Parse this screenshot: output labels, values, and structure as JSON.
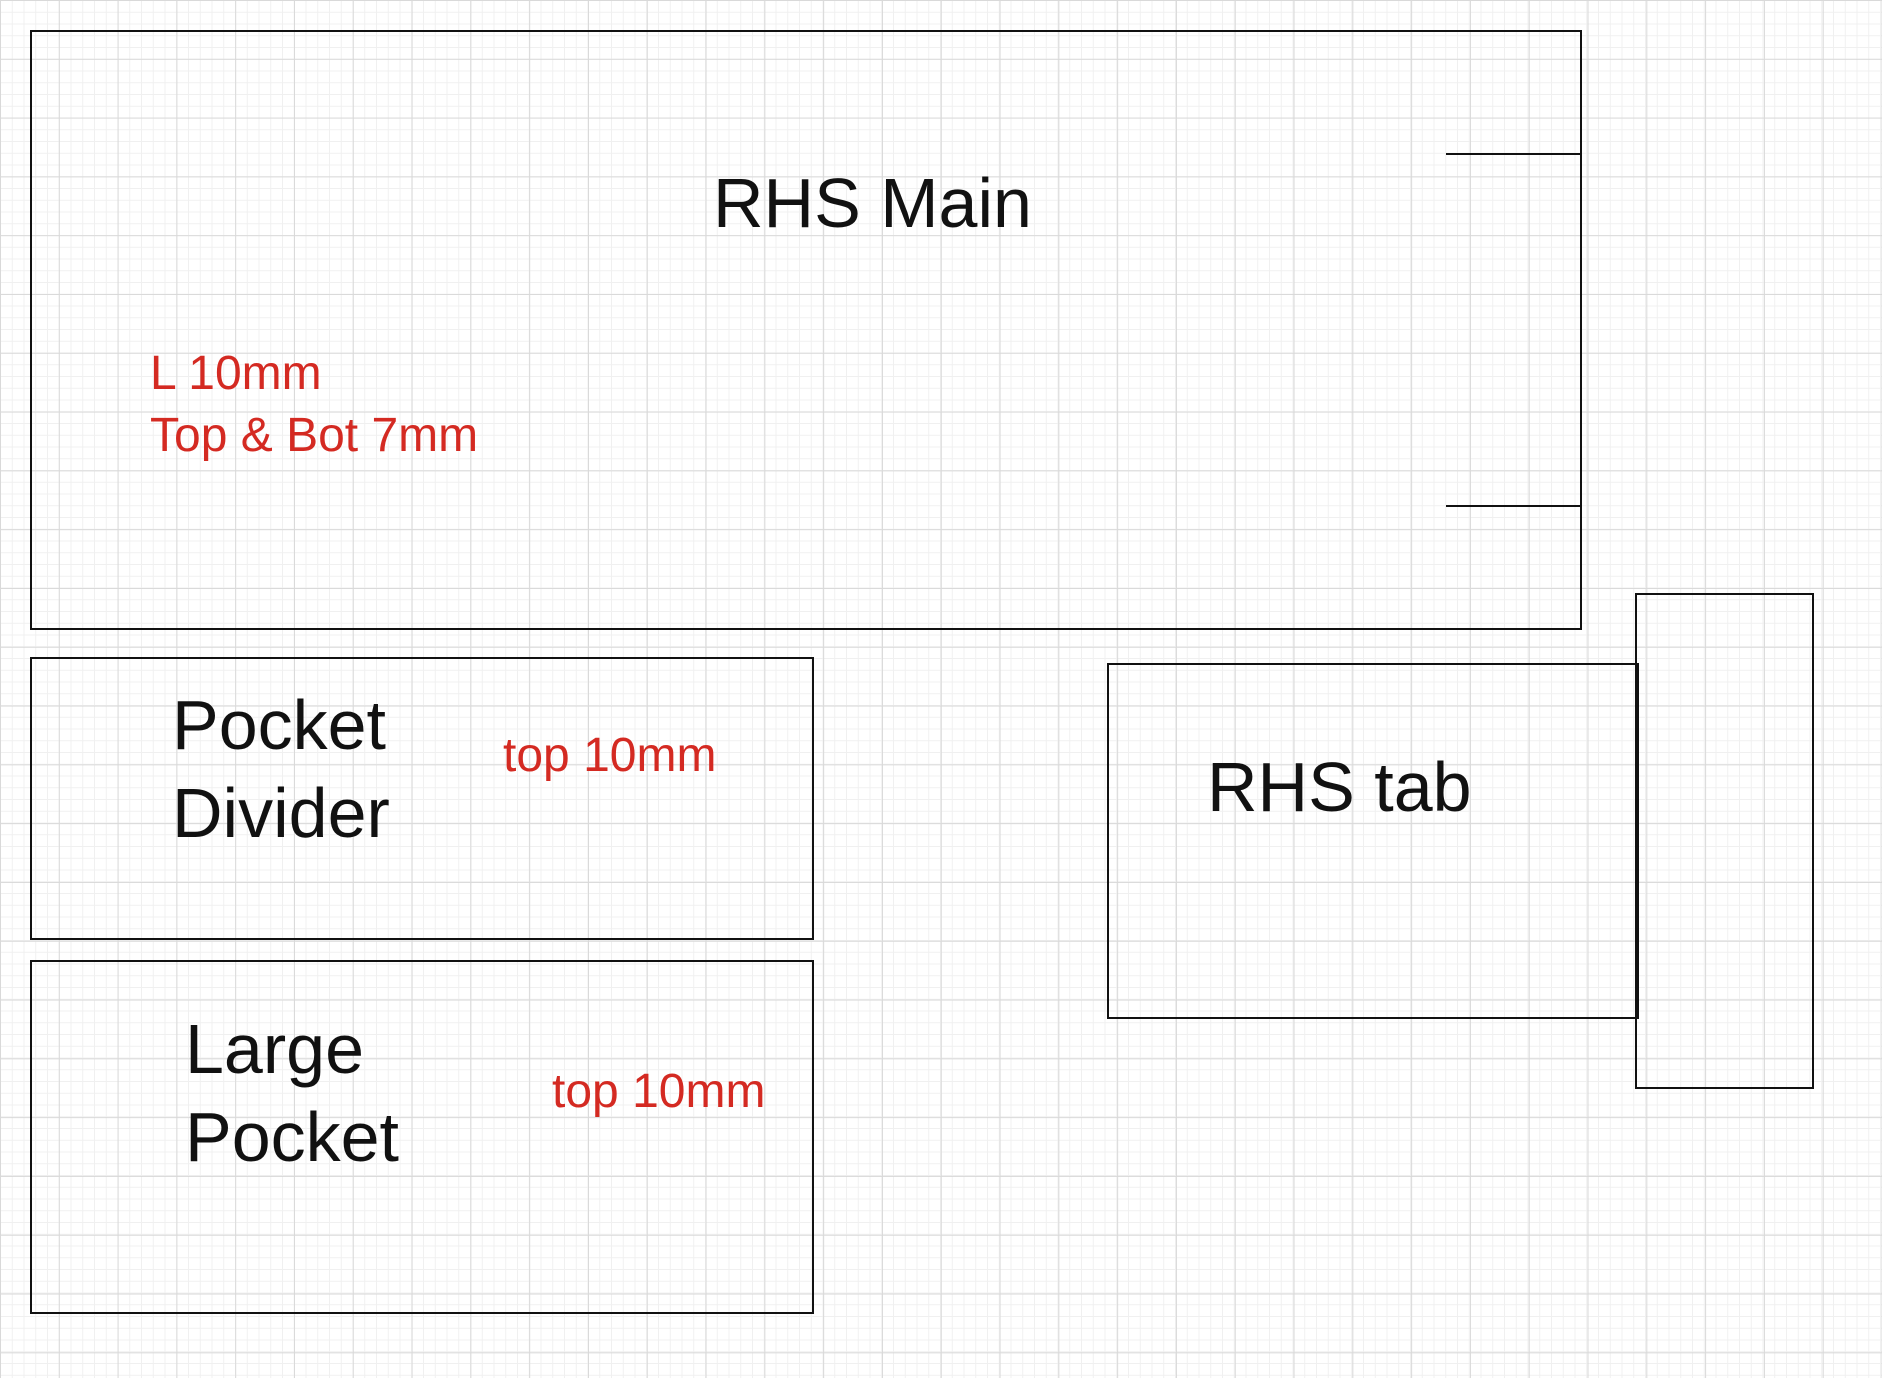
{
  "pieces": {
    "rhs_main": {
      "title": "RHS Main",
      "note_left": "L 10mm",
      "note_topbot": "Top & Bot 7mm"
    },
    "pocket_divider": {
      "title_line1": "Pocket",
      "title_line2": "Divider",
      "note": "top 10mm"
    },
    "large_pocket": {
      "title_line1": "Large",
      "title_line2": "Pocket",
      "note": "top 10mm"
    },
    "rhs_tab": {
      "title": "RHS tab"
    }
  },
  "colors": {
    "outline": "#111111",
    "note": "#d42a22",
    "grid_major": "#d9d9d9",
    "grid_minor": "#f0f0f0"
  }
}
